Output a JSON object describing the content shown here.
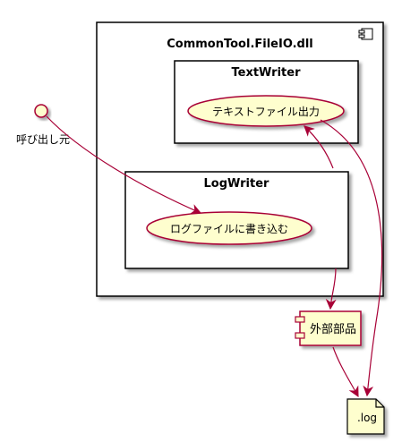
{
  "diagram": {
    "component_title": "CommonTool.FileIO.dll",
    "textwriter_title": "TextWriter",
    "logwriter_title": "LogWriter",
    "usecase_text_output": "テキストファイル出力",
    "usecase_log_write": "ログファイルに書き込む",
    "caller_label": "呼び出し元",
    "external_component": "外部部品",
    "log_file": ".log"
  },
  "colors": {
    "line": "#A80036",
    "fill": "#FEFECE",
    "border": "#000000",
    "shadow": "#B0B0B0"
  }
}
